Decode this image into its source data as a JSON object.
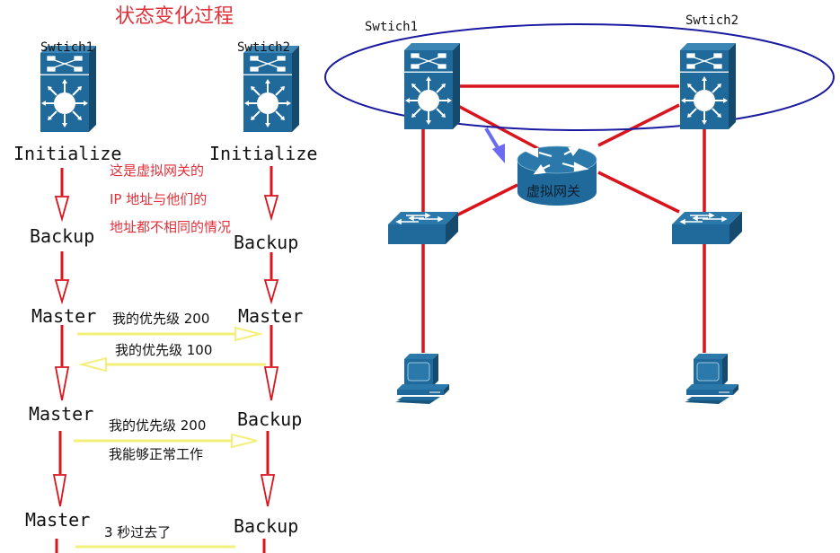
{
  "colors": {
    "device_blue": "#1f6a9a",
    "device_dark": "#17557d",
    "link_red": "#d8141c",
    "arrow_red": "#d8141c",
    "message_yellow": "#f2ef7a",
    "vrrp_group_ellipse": "#1a1aa0",
    "pointer_arrow": "#6a6af2",
    "title_red": "#e0303a"
  },
  "state_panel": {
    "title": "状态变化过程",
    "switch1_label": "Swtich1",
    "switch2_label": "Swtich2",
    "switch1_states": [
      "Initialize",
      "Backup",
      "Master",
      "Master",
      "Master"
    ],
    "switch2_states": [
      "Initialize",
      "Backup",
      "Master",
      "Backup",
      "Backup"
    ],
    "note_lines": [
      "这是虚拟网关的",
      "IP 地址与他们的",
      "地址都不相同的情况"
    ],
    "messages": [
      {
        "text": "我的优先级 200",
        "direction": "right"
      },
      {
        "text": "我的优先级 100",
        "direction": "left"
      },
      {
        "text": "我的优先级 200",
        "direction": "right",
        "subtext": "我能够正常工作"
      },
      {
        "text": "3 秒过去了",
        "direction": "none"
      }
    ]
  },
  "topology": {
    "switch1_label": "Swtich1",
    "switch2_label": "Swtich2",
    "gateway_label": "虚拟网关",
    "devices": [
      {
        "id": "core-switch-1",
        "type": "layer3-switch"
      },
      {
        "id": "core-switch-2",
        "type": "layer3-switch"
      },
      {
        "id": "virtual-gateway",
        "type": "router"
      },
      {
        "id": "access-switch-1",
        "type": "workgroup-switch"
      },
      {
        "id": "access-switch-2",
        "type": "workgroup-switch"
      },
      {
        "id": "pc-1",
        "type": "workstation"
      },
      {
        "id": "pc-2",
        "type": "workstation"
      }
    ],
    "links": [
      [
        "core-switch-1",
        "core-switch-2"
      ],
      [
        "core-switch-1",
        "virtual-gateway"
      ],
      [
        "core-switch-2",
        "virtual-gateway"
      ],
      [
        "core-switch-1",
        "access-switch-1"
      ],
      [
        "core-switch-2",
        "access-switch-2"
      ],
      [
        "virtual-gateway",
        "access-switch-1"
      ],
      [
        "virtual-gateway",
        "access-switch-2"
      ],
      [
        "access-switch-1",
        "pc-1"
      ],
      [
        "access-switch-2",
        "pc-2"
      ]
    ]
  }
}
